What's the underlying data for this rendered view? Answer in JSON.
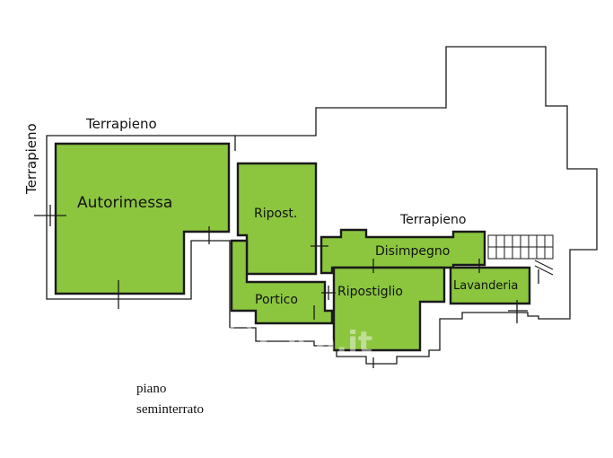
{
  "plan": {
    "labels": {
      "terrapieno_top": "Terrapieno",
      "terrapieno_left": "Terrapieno",
      "terrapieno_right": "Terrapieno"
    },
    "rooms": {
      "autorimessa": "Autorimessa",
      "ripost": "Ripost.",
      "disimpegno": "Disimpegno",
      "portico": "Portico",
      "ripostiglio": "Ripostiglio",
      "lavanderia": "Lavanderia"
    },
    "floor_caption": {
      "line1": "piano",
      "line2": "seminterrato"
    },
    "watermark": "casa.it",
    "colors": {
      "room_fill": "#8cc63f",
      "wall": "#1a1a1a"
    }
  }
}
